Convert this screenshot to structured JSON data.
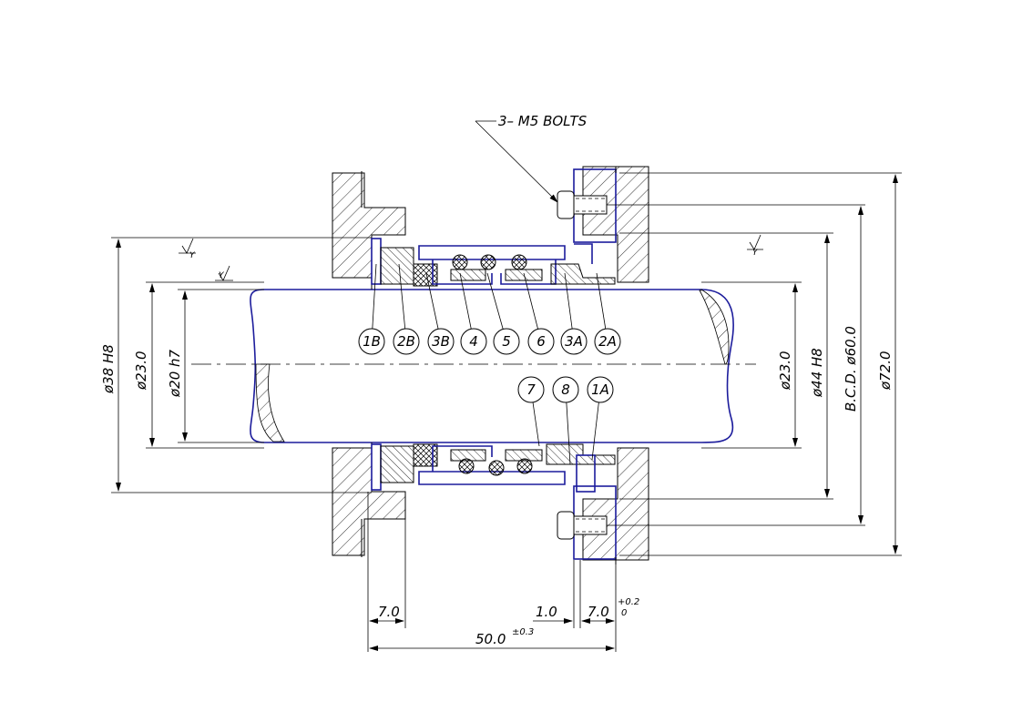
{
  "note": {
    "bolts": "3– M5 BOLTS"
  },
  "dims_vertical": {
    "d38": "ø38 H8",
    "d23_left": "ø23.0",
    "d20": "ø20 h7",
    "d23_right": "ø23.0",
    "d44": "ø44 H8",
    "bcd": "B.C.D. ø60.0",
    "d72": "ø72.0"
  },
  "dims_horizontal": {
    "left_7": "7.0",
    "gap_1": "1.0",
    "right_7": "7.0",
    "tol_upper": "+0.2",
    "tol_lower": "0",
    "overall": "50.0",
    "overall_tol": "±0.3"
  },
  "symbols": {
    "y": "Y"
  },
  "part_labels_top": [
    "1B",
    "2B",
    "3B",
    "4",
    "5",
    "6",
    "3A",
    "2A"
  ],
  "part_labels_bottom": [
    "7",
    "8",
    "1A"
  ],
  "colors": {
    "outline": "#1c1c9c",
    "lines": "#000000"
  }
}
